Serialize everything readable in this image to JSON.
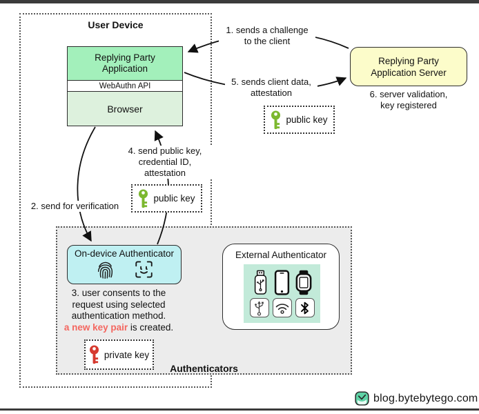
{
  "user_device": {
    "title": "User Device",
    "app": {
      "line1": "Replying Party",
      "line2": "Application"
    },
    "webauthn_api": "WebAuthn API",
    "browser": "Browser"
  },
  "server": {
    "line1": "Replying Party",
    "line2": "Application Server"
  },
  "steps": {
    "s1": {
      "line1": "1. sends a challenge",
      "line2": "to the client"
    },
    "s2": {
      "line1": "2. send for verification"
    },
    "s3": {
      "line1": "3. user consents to the",
      "line2": "request using selected",
      "line3": "authentication method.",
      "highlight": "a new key pair",
      "rest": " is created."
    },
    "s4": {
      "line1": "4. send public key,",
      "line2": "credential ID,",
      "line3": "attestation"
    },
    "s5": {
      "line1": "5. sends client data,",
      "line2": "attestation"
    },
    "s6": {
      "line1": "6. server validation,",
      "line2": "key registered"
    }
  },
  "keys": {
    "public_top": "public key",
    "public_mid": "public key",
    "private": "private key"
  },
  "authenticators": {
    "group_label": "Authenticators",
    "on_device_title": "On-device Authenticator",
    "on_device_icons": [
      "fingerprint-icon",
      "face-id-icon"
    ],
    "external_title": "External Authenticator",
    "external_icons": [
      "usb-drive-icon",
      "smartphone-icon",
      "smartwatch-icon",
      "usb-symbol-icon",
      "wifi-icon",
      "bluetooth-icon"
    ]
  },
  "footer": {
    "brand": "blog.bytebytego.com"
  },
  "colors": {
    "public_key_green": "#7cb82f",
    "private_key_red": "#d63a2f",
    "highlight_red": "#f4665f",
    "app_green": "#a3f0bb",
    "browser_green": "#ddf1dd",
    "server_yellow": "#fcfcca",
    "authenticator_cyan": "#bff0f2",
    "external_panel_teal": "#c2ead9",
    "group_gray": "#ececec"
  }
}
